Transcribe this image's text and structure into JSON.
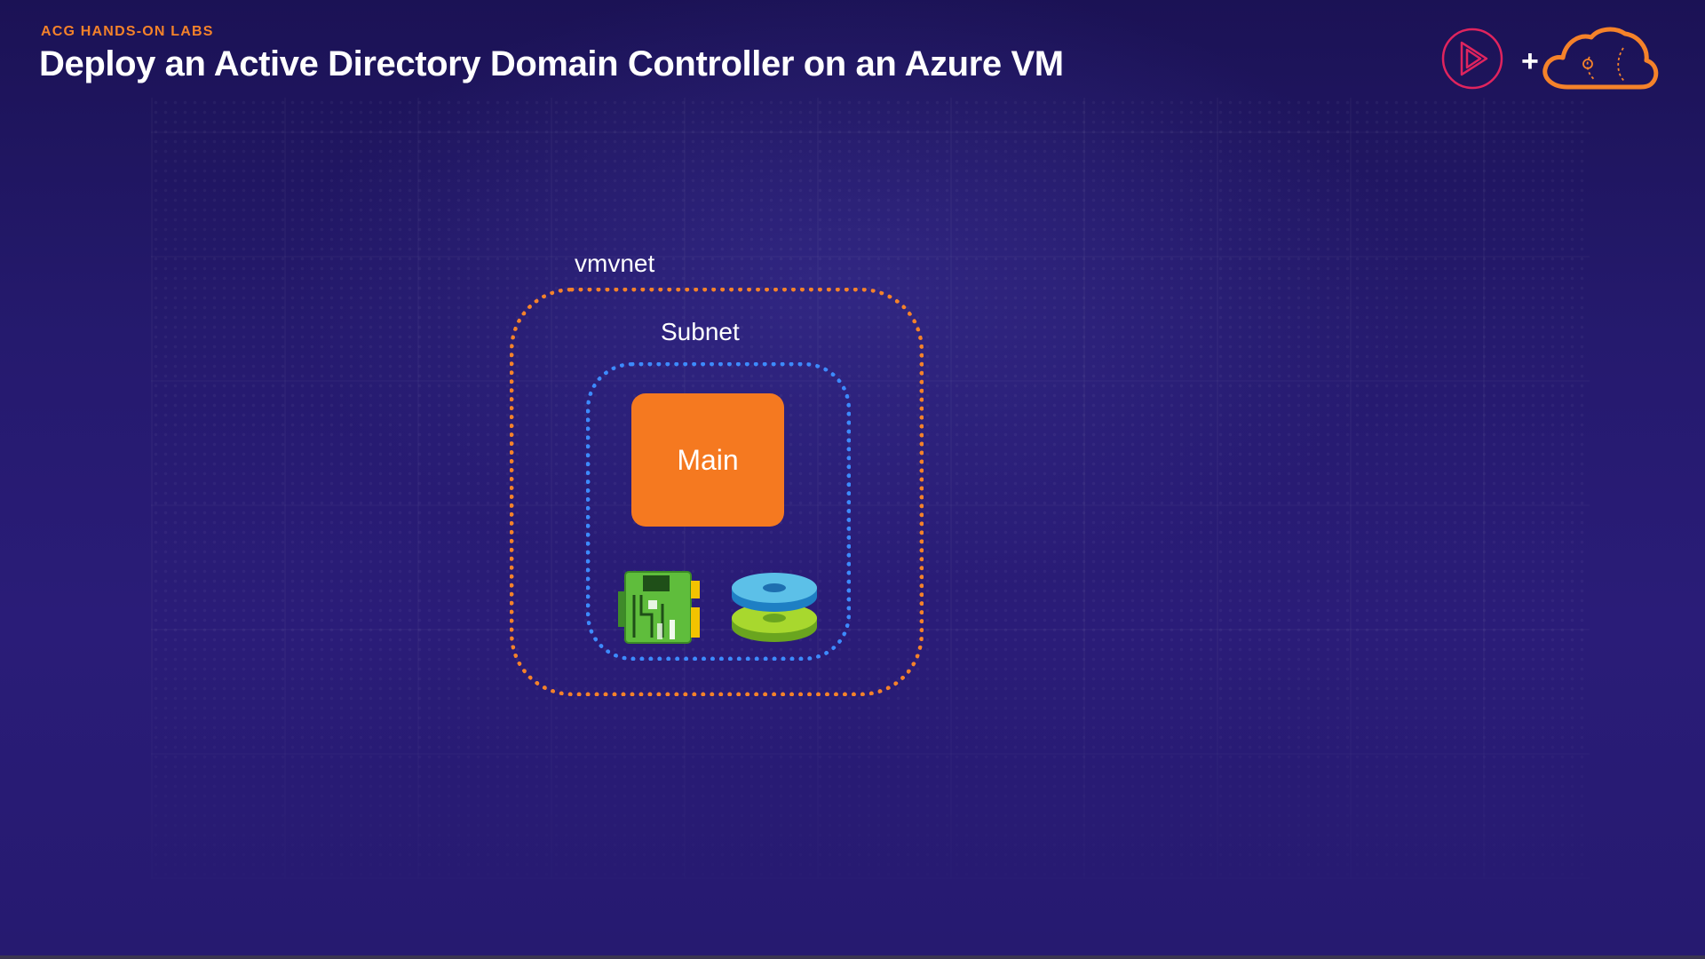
{
  "header": {
    "eyebrow": "ACG HANDS-ON LABS",
    "title": "Deploy an Active Directory Domain Controller on an Azure VM",
    "plus": "+"
  },
  "diagram": {
    "vnet_label": "vmvnet",
    "subnet_label": "Subnet",
    "vm_label": "Main",
    "icons": [
      "network-interface-icon",
      "managed-disk-icon"
    ]
  },
  "colors": {
    "accent_orange": "#f57920",
    "subnet_blue": "#3d8bff",
    "background": "#251a6e",
    "brand_pink": "#e0245e"
  }
}
